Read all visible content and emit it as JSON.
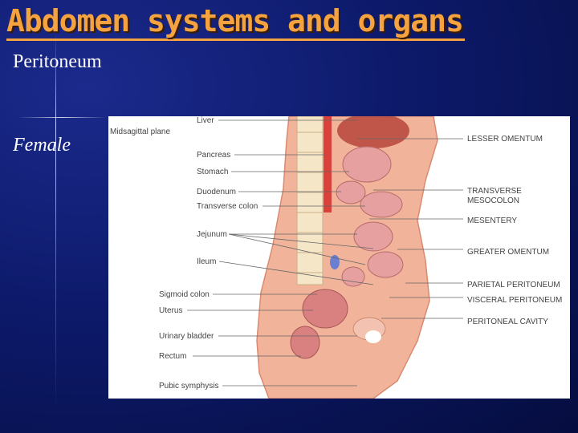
{
  "slide": {
    "title": "Abdomen systems and organs",
    "subtitle": "Peritoneum",
    "label": "Female"
  },
  "figure": {
    "plane_label": "Midsagittal plane",
    "left_labels": [
      "Liver",
      "Pancreas",
      "Stomach",
      "Duodenum",
      "Transverse colon",
      "Jejunum",
      "Ileum",
      "Sigmoid colon",
      "Uterus",
      "Urinary bladder",
      "Rectum",
      "Pubic symphysis"
    ],
    "right_labels": [
      "LESSER OMENTUM",
      "TRANSVERSE",
      "MESOCOLON",
      "MESENTERY",
      "GREATER OMENTUM",
      "PARIETAL PERITONEUM",
      "VISCERAL PERITONEUM",
      "PERITONEAL CAVITY"
    ]
  },
  "colors": {
    "title": "#f4a340",
    "background": "#0d1a6b",
    "skin": "#f1b49a",
    "organ": "#e7a0a0"
  }
}
